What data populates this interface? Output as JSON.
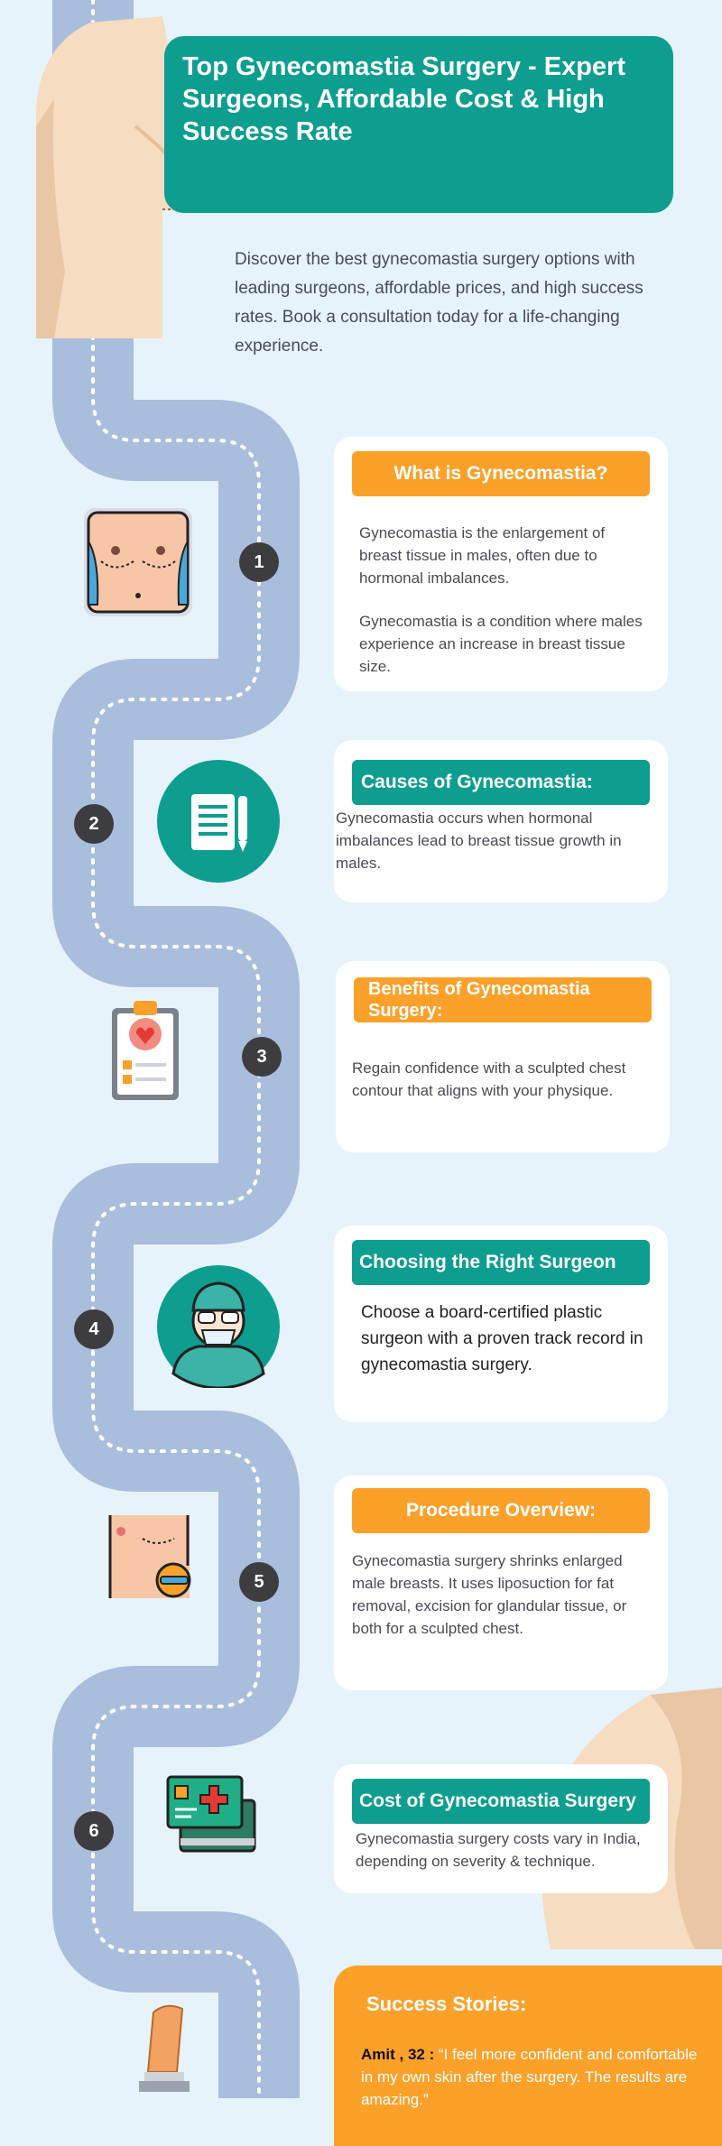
{
  "header": {
    "title": "Top Gynecomastia Surgery - Expert Surgeons, Affordable Cost & High Success Rate"
  },
  "intro": "Discover the best gynecomastia surgery options with leading surgeons, affordable prices, and high success rates. Book a consultation today for a life-changing experience.",
  "steps": [
    {
      "number": "1",
      "icon": "chest-illustration-icon",
      "title": "What is Gynecomastia?",
      "paragraphs": [
        "Gynecomastia is the enlargement of breast tissue in males, often due to hormonal imbalances.",
        "Gynecomastia is a condition where males experience an increase in breast tissue size."
      ]
    },
    {
      "number": "2",
      "icon": "document-icon",
      "title": "Causes of Gynecomastia:",
      "paragraphs": [
        "Gynecomastia occurs when hormonal imbalances lead to breast tissue growth in males."
      ]
    },
    {
      "number": "3",
      "icon": "clipboard-icon",
      "title": "Benefits of Gynecomastia Surgery:",
      "paragraphs": [
        "Regain confidence with a sculpted chest contour that aligns with your physique."
      ]
    },
    {
      "number": "4",
      "icon": "surgeon-icon",
      "title": "Choosing the Right Surgeon",
      "paragraphs": [
        "Choose a board-certified plastic surgeon with a proven track record in gynecomastia surgery."
      ]
    },
    {
      "number": "5",
      "icon": "procedure-icon",
      "title": "Procedure Overview:",
      "paragraphs": [
        "Gynecomastia surgery shrinks enlarged male breasts. It uses liposuction for fat removal, excision for glandular tissue, or both for a sculpted chest."
      ]
    },
    {
      "number": "6",
      "icon": "medical-cards-icon",
      "title": "Cost of Gynecomastia Surgery",
      "paragraphs": [
        "Gynecomastia surgery costs vary in India, depending on severity & technique."
      ]
    }
  ],
  "success": {
    "title": "Success Stories:",
    "name": "Amit , 32 :",
    "quote": "“I feel more confident and comfortable in my own skin after the surgery. The results are amazing.”"
  },
  "colors": {
    "background": "#e6f3fa",
    "teal": "#0e9e90",
    "orange": "#fba12a",
    "road": "#a9bddd",
    "badge": "#3d3d40"
  }
}
